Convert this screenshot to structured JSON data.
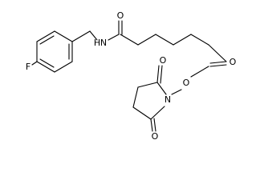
{
  "molecule": {
    "atoms": {
      "fluorine": "F",
      "amide_nitrogen": "N",
      "amide_hydrogen": "H",
      "amide_oxygen": "O",
      "ester_carbonyl_oxygen": "O",
      "ester_oxygen": "O",
      "imide_nitrogen": "N",
      "imide_oxygen_top": "O",
      "imide_oxygen_bottom": "O"
    }
  }
}
